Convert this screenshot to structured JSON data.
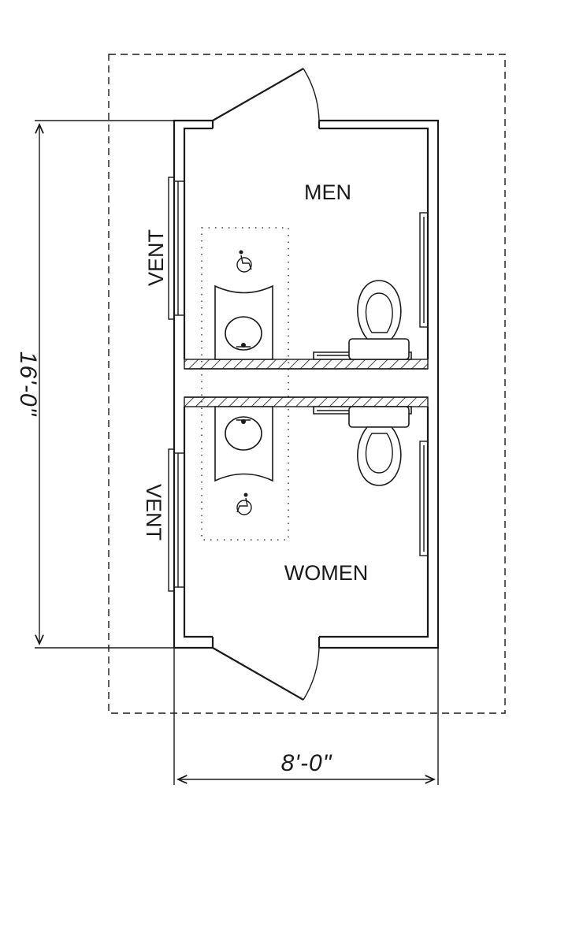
{
  "rooms": {
    "men": "MEN",
    "women": "WOMEN"
  },
  "vents": {
    "upper": "VENT",
    "lower": "VENT"
  },
  "dimensions": {
    "length": "16'-0\"",
    "width": "8'-0\""
  },
  "icons": [
    "accessible-wheelchair-icon",
    "sink-icon",
    "toilet-icon",
    "door-swing-icon"
  ]
}
